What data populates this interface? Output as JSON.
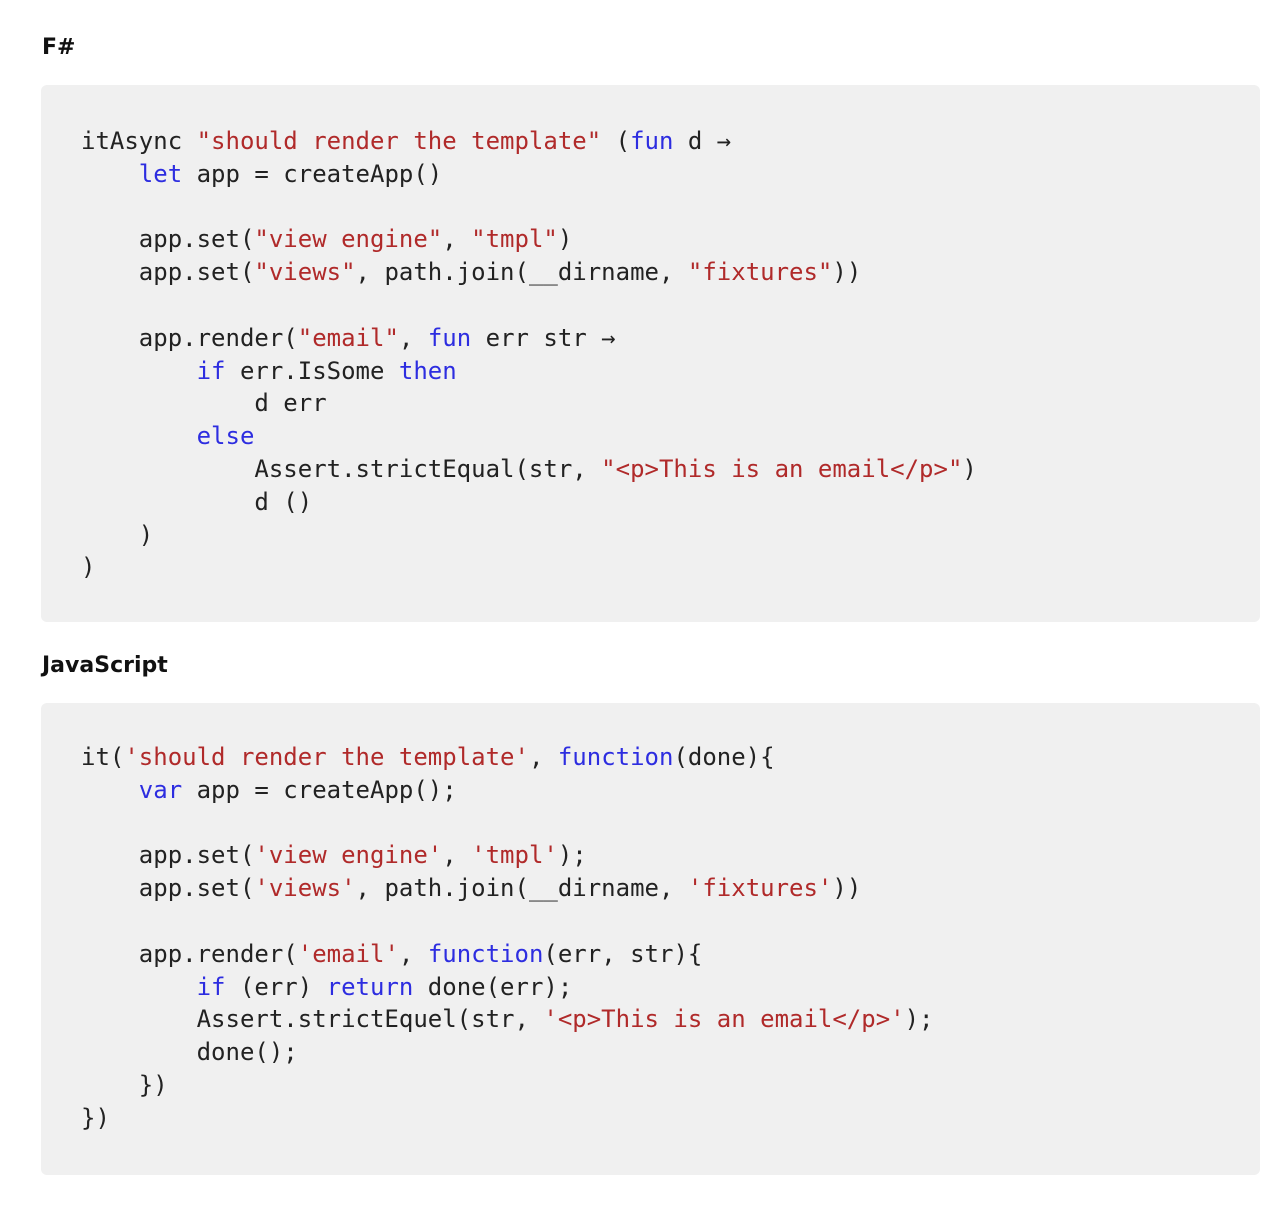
{
  "sections": [
    {
      "title": "F#",
      "lines": [
        [
          [
            "t",
            "itAsync "
          ],
          [
            "s",
            "\"should render the template\""
          ],
          [
            "t",
            " ("
          ],
          [
            "k",
            "fun"
          ],
          [
            "t",
            " d →"
          ]
        ],
        [
          [
            "t",
            "    "
          ],
          [
            "k",
            "let"
          ],
          [
            "t",
            " app = createApp()"
          ]
        ],
        [
          [
            "t",
            ""
          ]
        ],
        [
          [
            "t",
            "    app.set("
          ],
          [
            "s",
            "\"view engine\""
          ],
          [
            "t",
            ", "
          ],
          [
            "s",
            "\"tmpl\""
          ],
          [
            "t",
            ")"
          ]
        ],
        [
          [
            "t",
            "    app.set("
          ],
          [
            "s",
            "\"views\""
          ],
          [
            "t",
            ", path.join(__dirname, "
          ],
          [
            "s",
            "\"fixtures\""
          ],
          [
            "t",
            "))"
          ]
        ],
        [
          [
            "t",
            ""
          ]
        ],
        [
          [
            "t",
            "    app.render("
          ],
          [
            "s",
            "\"email\""
          ],
          [
            "t",
            ", "
          ],
          [
            "k",
            "fun"
          ],
          [
            "t",
            " err str →"
          ]
        ],
        [
          [
            "t",
            "        "
          ],
          [
            "k",
            "if"
          ],
          [
            "t",
            " err.IsSome "
          ],
          [
            "k",
            "then"
          ]
        ],
        [
          [
            "t",
            "            d err"
          ]
        ],
        [
          [
            "t",
            "        "
          ],
          [
            "k",
            "else"
          ]
        ],
        [
          [
            "t",
            "            Assert.strictEqual(str, "
          ],
          [
            "s",
            "\"<p>This is an email</p>\""
          ],
          [
            "t",
            ")"
          ]
        ],
        [
          [
            "t",
            "            d ()"
          ]
        ],
        [
          [
            "t",
            "    )"
          ]
        ],
        [
          [
            "t",
            ")"
          ]
        ]
      ]
    },
    {
      "title": "JavaScript",
      "lines": [
        [
          [
            "t",
            "it("
          ],
          [
            "s",
            "'should render the template'"
          ],
          [
            "t",
            ", "
          ],
          [
            "k",
            "function"
          ],
          [
            "t",
            "(done){"
          ]
        ],
        [
          [
            "t",
            "    "
          ],
          [
            "k",
            "var"
          ],
          [
            "t",
            " app = createApp();"
          ]
        ],
        [
          [
            "t",
            ""
          ]
        ],
        [
          [
            "t",
            "    app.set("
          ],
          [
            "s",
            "'view engine'"
          ],
          [
            "t",
            ", "
          ],
          [
            "s",
            "'tmpl'"
          ],
          [
            "t",
            ");"
          ]
        ],
        [
          [
            "t",
            "    app.set("
          ],
          [
            "s",
            "'views'"
          ],
          [
            "t",
            ", path.join(__dirname, "
          ],
          [
            "s",
            "'fixtures'"
          ],
          [
            "t",
            "))"
          ]
        ],
        [
          [
            "t",
            ""
          ]
        ],
        [
          [
            "t",
            "    app.render("
          ],
          [
            "s",
            "'email'"
          ],
          [
            "t",
            ", "
          ],
          [
            "k",
            "function"
          ],
          [
            "t",
            "(err, str){"
          ]
        ],
        [
          [
            "t",
            "        "
          ],
          [
            "k",
            "if"
          ],
          [
            "t",
            " (err) "
          ],
          [
            "k",
            "return"
          ],
          [
            "t",
            " done(err);"
          ]
        ],
        [
          [
            "t",
            "        Assert.strictEquel(str, "
          ],
          [
            "s",
            "'<p>This is an email</p>'"
          ],
          [
            "t",
            ");"
          ]
        ],
        [
          [
            "t",
            "        done();"
          ]
        ],
        [
          [
            "t",
            "    })"
          ]
        ],
        [
          [
            "t",
            "})"
          ]
        ]
      ]
    }
  ],
  "colors": {
    "keyword": "#2d2de0",
    "string": "#b02a2a",
    "text": "#222222",
    "code_background": "#f0f0f0"
  }
}
